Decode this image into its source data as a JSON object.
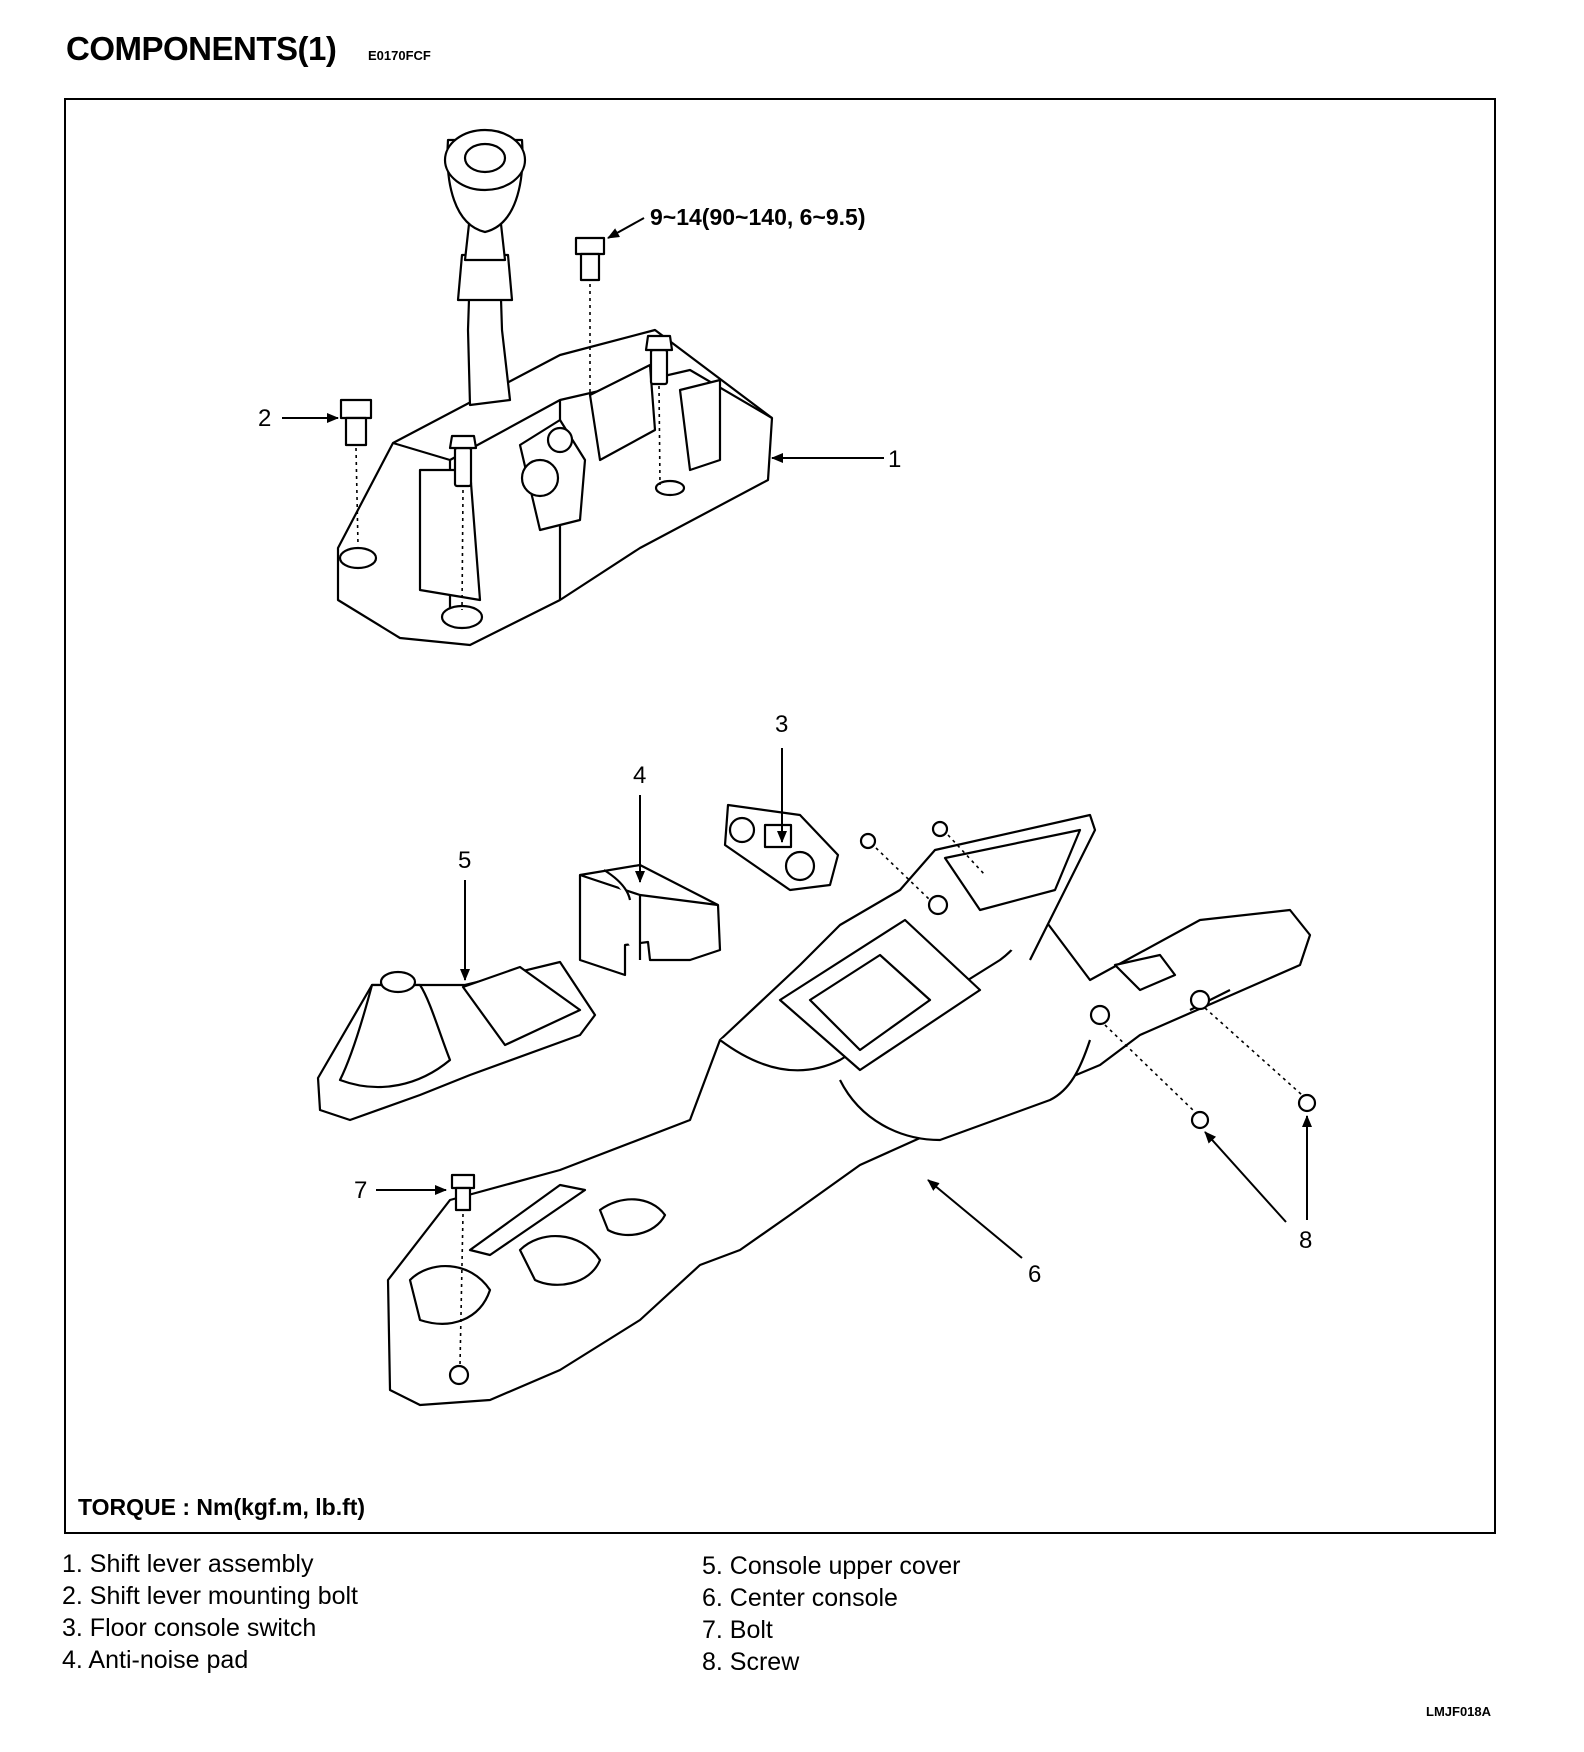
{
  "header": {
    "title": "COMPONENTS(1)",
    "code": "E0170FCF"
  },
  "callouts": {
    "c1": "1",
    "c2": "2",
    "c3": "3",
    "c4": "4",
    "c5": "5",
    "c6": "6",
    "c7": "7",
    "c8": "8",
    "torque_spec": "9~14(90~140, 6~9.5)"
  },
  "torque_note": "TORQUE : Nm(kgf.m, lb.ft)",
  "legend": {
    "left": [
      "1. Shift lever assembly",
      "2. Shift lever mounting bolt",
      "3. Floor console switch",
      "4. Anti-noise pad"
    ],
    "right": [
      "5. Console upper cover",
      "6. Center console",
      "7. Bolt",
      "8. Screw"
    ]
  },
  "figure_ref": "LMJF018A"
}
